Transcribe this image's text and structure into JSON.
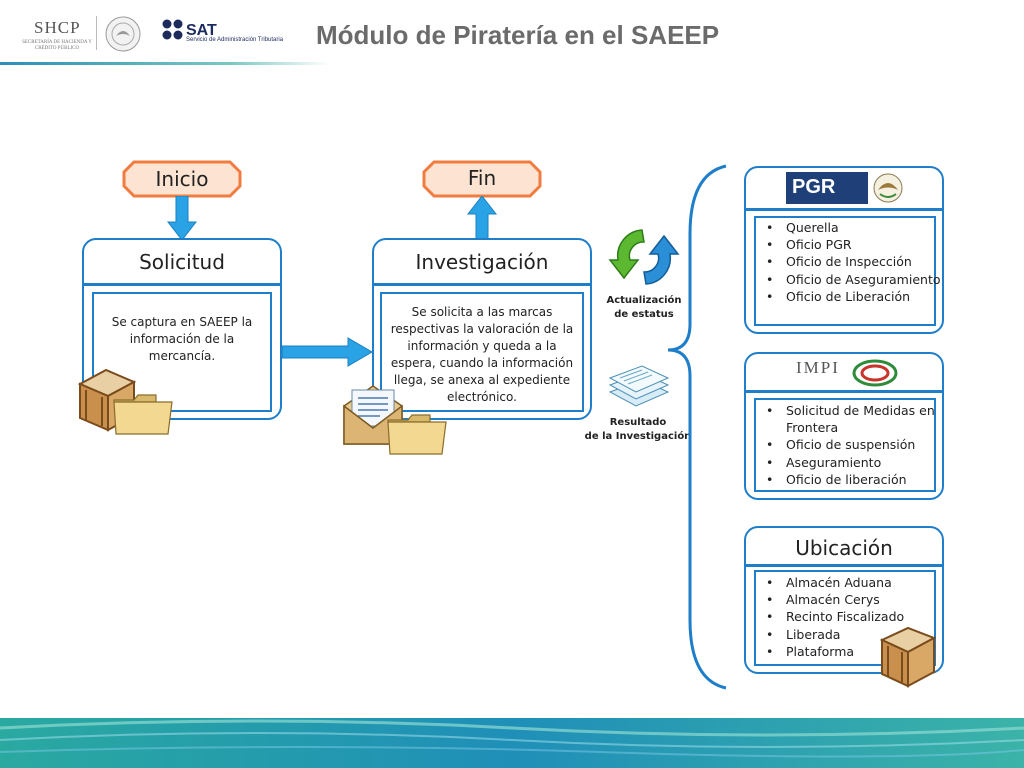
{
  "header": {
    "shcp_logo_text": "SHCP",
    "shcp_logo_subtext": "SECRETARÍA DE HACIENDA Y CRÉDITO PÚBLICO",
    "sat_logo_text": "SAT",
    "sat_logo_subtext": "Servicio de Administración Tributaria",
    "title": "Módulo de Piratería en el SAEEP"
  },
  "flow": {
    "start_label": "Inicio",
    "end_label": "Fin",
    "solicitud": {
      "title": "Solicitud",
      "description": "Se captura en SAEEP la información de la mercancía."
    },
    "investigacion": {
      "title": "Investigación",
      "description": "Se solicita a las marcas respectivas la valoración de la información y queda a la espera, cuando la información llega, se anexa al expediente electrónico."
    },
    "status_update_caption_line1": "Actualización",
    "status_update_caption_line2": "de estatus",
    "result_caption_line1": "Resultado",
    "result_caption_line2": "de la Investigación"
  },
  "panels": {
    "pgr": {
      "title": "PGR",
      "items": [
        "Querella",
        "Oficio PGR",
        "Oficio de Inspección",
        "Oficio de Aseguramiento",
        "Oficio de Liberación"
      ]
    },
    "impi": {
      "title": "IMPI",
      "items": [
        "Solicitud de Medidas en Frontera",
        "Oficio de suspensión",
        "Aseguramiento",
        "Oficio de liberación"
      ]
    },
    "ubicacion": {
      "title": "Ubicación",
      "items": [
        "Almacén Aduana",
        "Almacén Cerys",
        "Recinto Fiscalizado",
        "Liberada",
        "Plataforma"
      ]
    }
  },
  "colors": {
    "box_border": "#1f7ec9",
    "arrow_blue": "#29a3e6",
    "tag_orange": "#f07c3f",
    "tag_fill": "#fde3d2",
    "title_gray": "#6b6b6b"
  }
}
